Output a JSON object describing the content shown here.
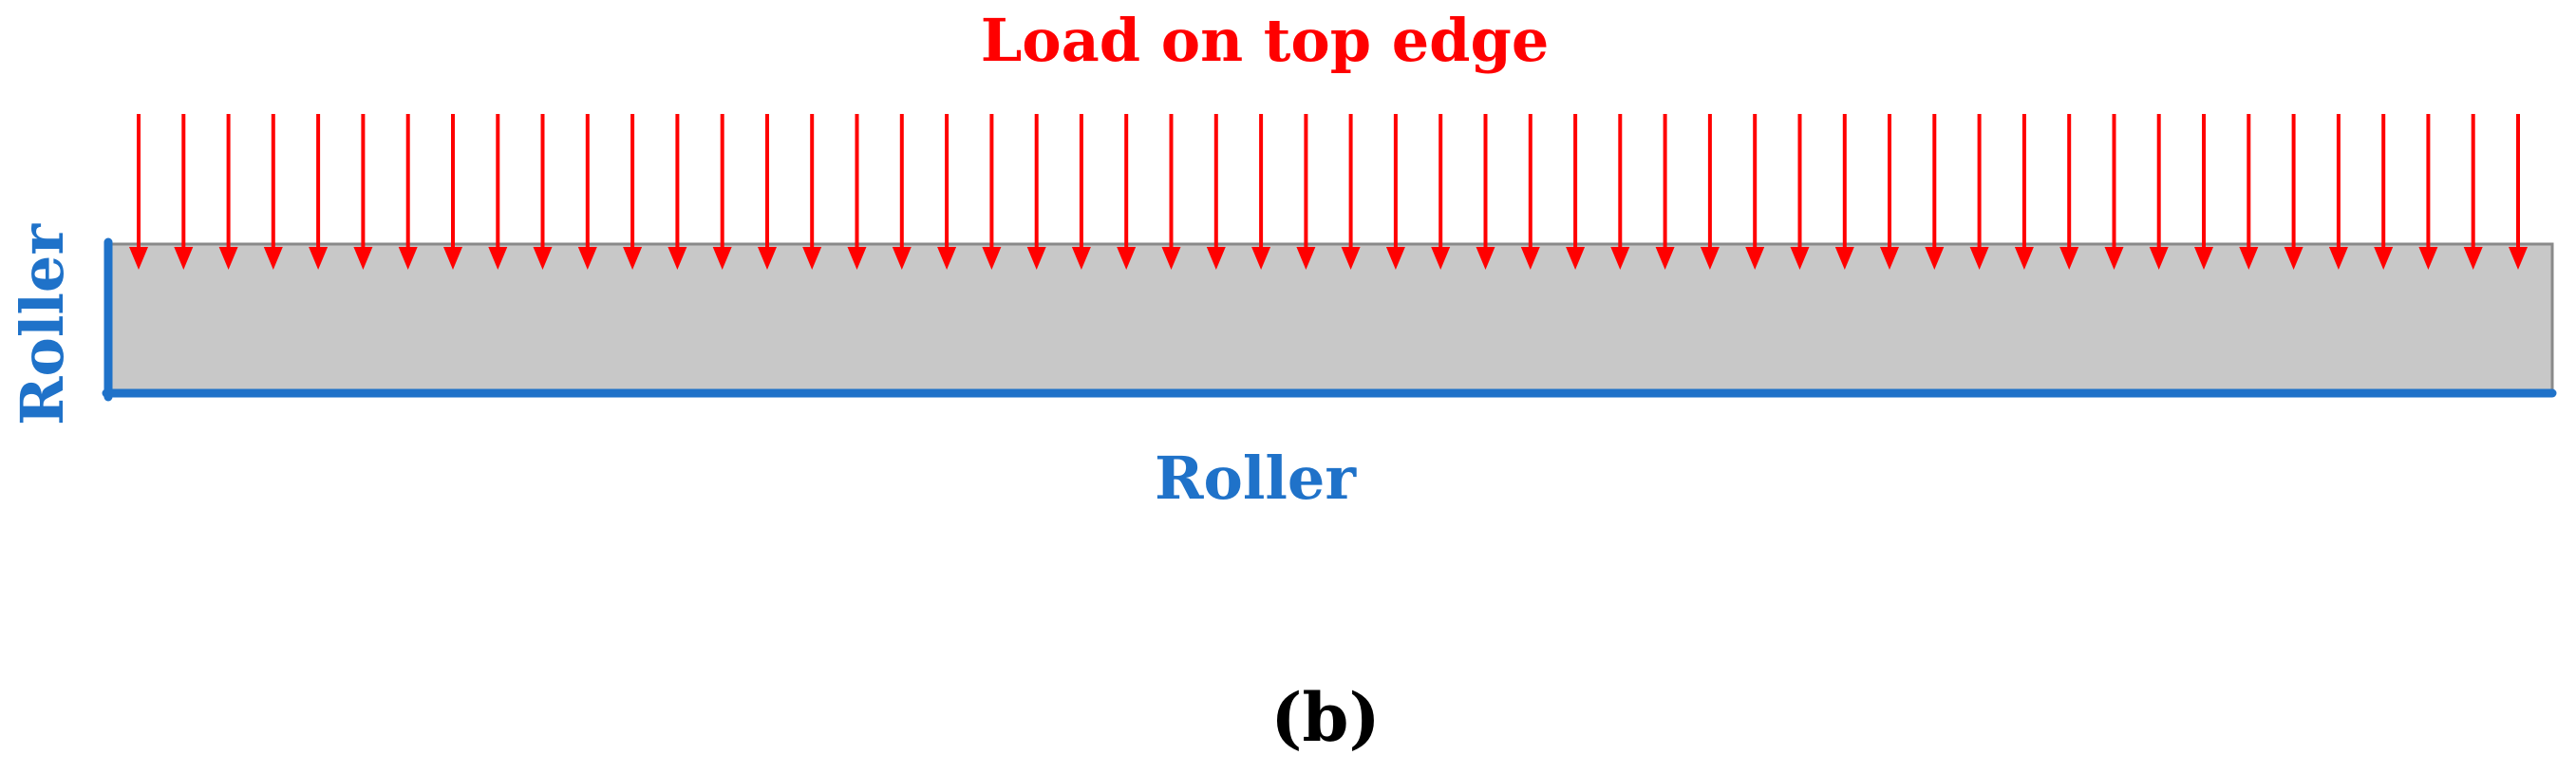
{
  "load_label": "Load on top edge",
  "left_support_label": "Roller",
  "bottom_support_label": "Roller",
  "panel_label": "(b)",
  "colors": {
    "load": "#ff0000",
    "support": "#1f72c9",
    "plate_fill": "#c8c8c8",
    "plate_stroke": "#8a8a8a",
    "text": "#000000"
  },
  "load_arrow_count": 54
}
